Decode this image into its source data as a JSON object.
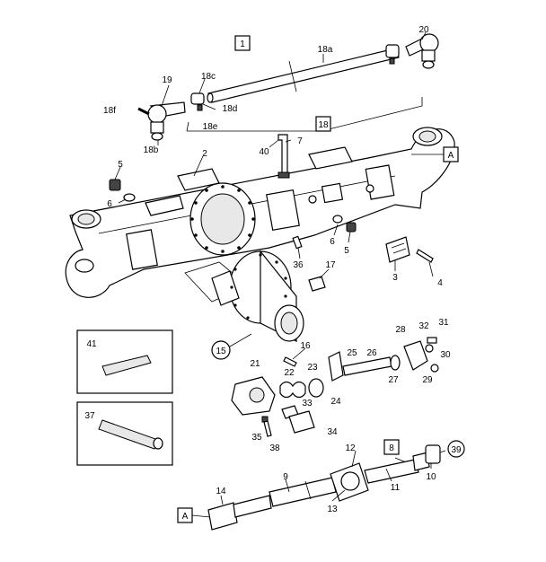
{
  "callouts": [
    {
      "id": "c1",
      "text": "1"
    },
    {
      "id": "c2",
      "text": "2"
    },
    {
      "id": "c3",
      "text": "3"
    },
    {
      "id": "c4",
      "text": "4"
    },
    {
      "id": "c5a",
      "text": "5"
    },
    {
      "id": "c5b",
      "text": "5"
    },
    {
      "id": "c6a",
      "text": "6"
    },
    {
      "id": "c6b",
      "text": "6"
    },
    {
      "id": "c7",
      "text": "7"
    },
    {
      "id": "c8",
      "text": "8"
    },
    {
      "id": "c9",
      "text": "9"
    },
    {
      "id": "c10",
      "text": "10"
    },
    {
      "id": "c11",
      "text": "11"
    },
    {
      "id": "c12",
      "text": "12"
    },
    {
      "id": "c13",
      "text": "13"
    },
    {
      "id": "c14",
      "text": "14"
    },
    {
      "id": "c15",
      "text": "15"
    },
    {
      "id": "c16",
      "text": "16"
    },
    {
      "id": "c17",
      "text": "17"
    },
    {
      "id": "c18",
      "text": "18"
    },
    {
      "id": "c18a",
      "text": "18a"
    },
    {
      "id": "c18b",
      "text": "18b"
    },
    {
      "id": "c18c",
      "text": "18c"
    },
    {
      "id": "c18d",
      "text": "18d"
    },
    {
      "id": "c18e",
      "text": "18e"
    },
    {
      "id": "c18f",
      "text": "18f"
    },
    {
      "id": "c19",
      "text": "19"
    },
    {
      "id": "c20",
      "text": "20"
    },
    {
      "id": "c21",
      "text": "21"
    },
    {
      "id": "c22",
      "text": "22"
    },
    {
      "id": "c23",
      "text": "23"
    },
    {
      "id": "c24",
      "text": "24"
    },
    {
      "id": "c25",
      "text": "25"
    },
    {
      "id": "c26",
      "text": "26"
    },
    {
      "id": "c27",
      "text": "27"
    },
    {
      "id": "c28",
      "text": "28"
    },
    {
      "id": "c29",
      "text": "29"
    },
    {
      "id": "c30",
      "text": "30"
    },
    {
      "id": "c31",
      "text": "31"
    },
    {
      "id": "c32",
      "text": "32"
    },
    {
      "id": "c33",
      "text": "33"
    },
    {
      "id": "c34",
      "text": "34"
    },
    {
      "id": "c35",
      "text": "35"
    },
    {
      "id": "c36",
      "text": "36"
    },
    {
      "id": "c37",
      "text": "37"
    },
    {
      "id": "c38",
      "text": "38"
    },
    {
      "id": "c39",
      "text": "39"
    },
    {
      "id": "c40",
      "text": "40"
    },
    {
      "id": "c41",
      "text": "41"
    },
    {
      "id": "cAtop",
      "text": "A"
    },
    {
      "id": "cAbottom",
      "text": "A"
    }
  ]
}
